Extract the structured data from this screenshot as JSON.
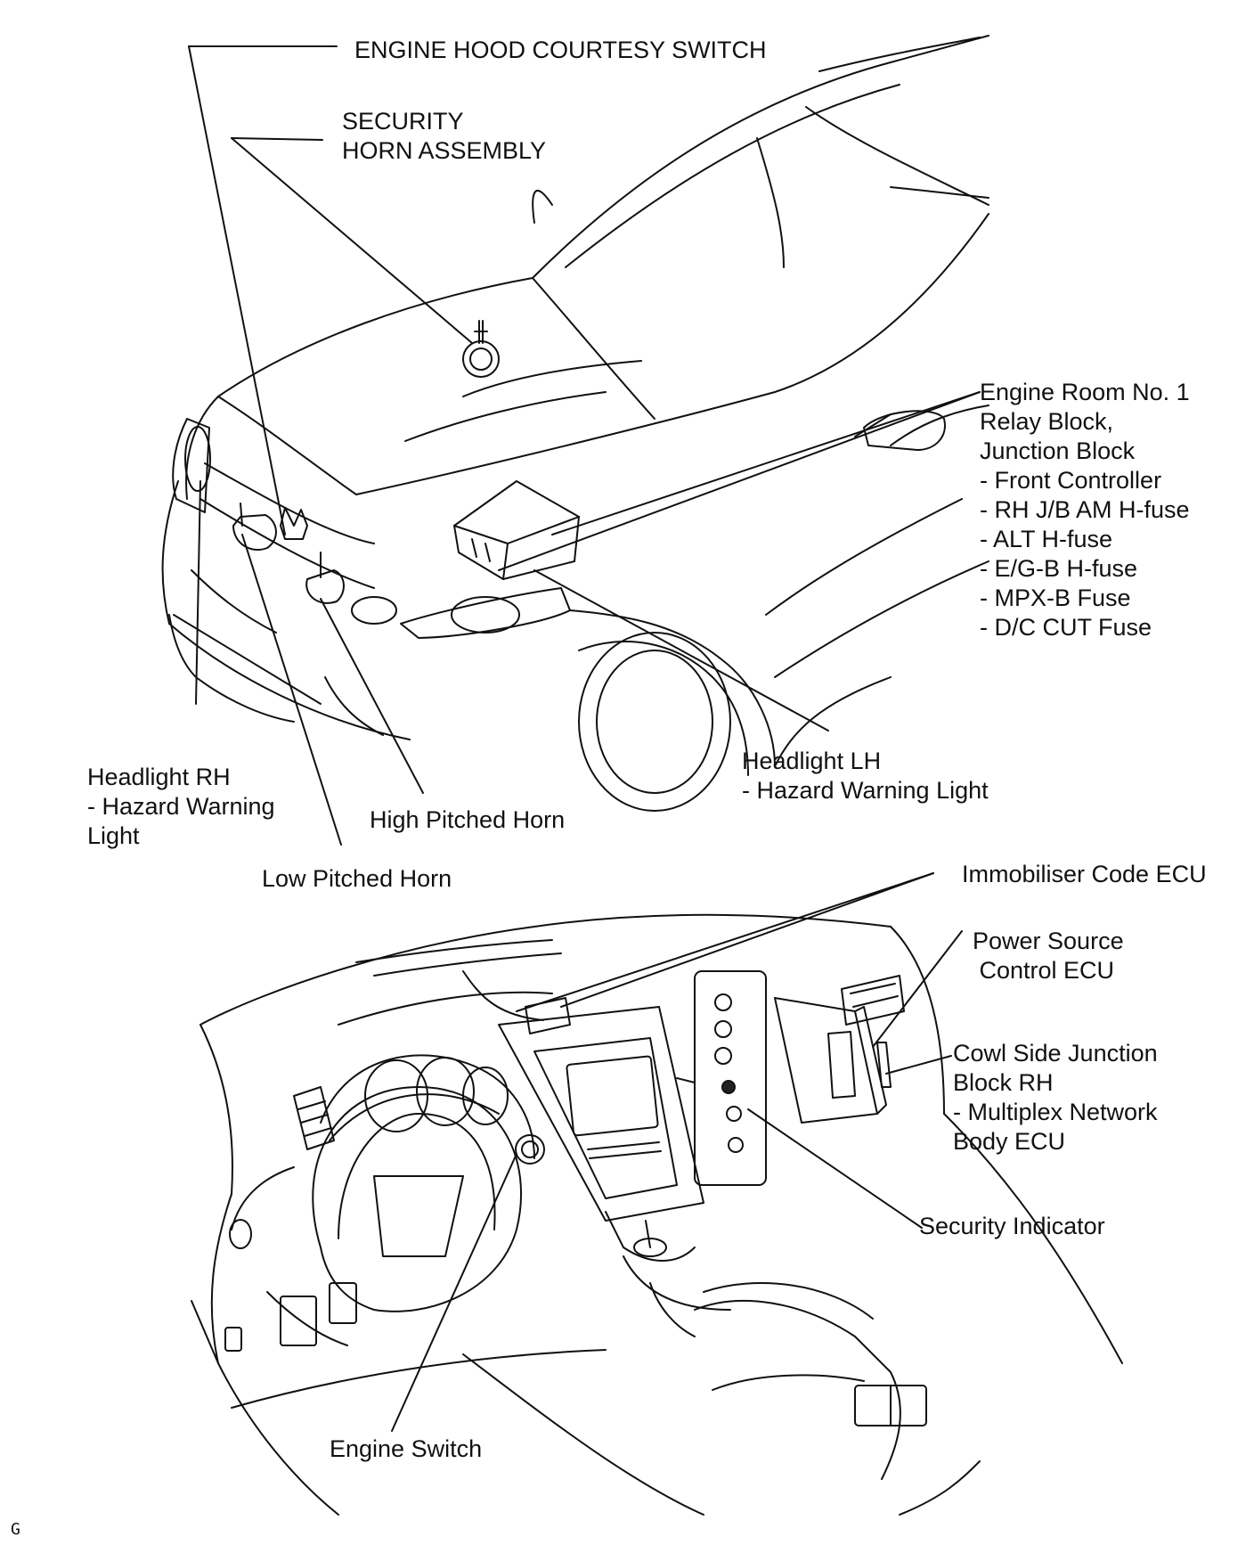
{
  "labels": {
    "engine_hood_courtesy_switch": "ENGINE HOOD COURTESY SWITCH",
    "security_horn_assembly": [
      "SECURITY",
      "HORN ASSEMBLY"
    ],
    "engine_room_relay_block": [
      "Engine Room No. 1",
      "Relay Block,",
      "Junction Block",
      "- Front Controller",
      "- RH J/B AM H-fuse",
      "- ALT H-fuse",
      "- E/G-B H-fuse",
      "- MPX-B Fuse",
      "- D/C CUT Fuse"
    ],
    "headlight_lh": [
      "Headlight LH",
      "- Hazard Warning Light"
    ],
    "headlight_rh": [
      "Headlight RH",
      "- Hazard Warning",
      "Light"
    ],
    "high_pitched_horn": "High Pitched Horn",
    "low_pitched_horn": "Low Pitched Horn",
    "immobiliser_code_ecu": "Immobiliser Code ECU",
    "power_source_control_ecu": [
      "Power Source",
      " Control ECU"
    ],
    "cowl_side_junction_block": [
      "Cowl Side Junction",
      "Block RH",
      "- Multiplex Network",
      "Body ECU"
    ],
    "security_indicator": "Security Indicator",
    "engine_switch": "Engine Switch"
  },
  "figure_code": "G"
}
